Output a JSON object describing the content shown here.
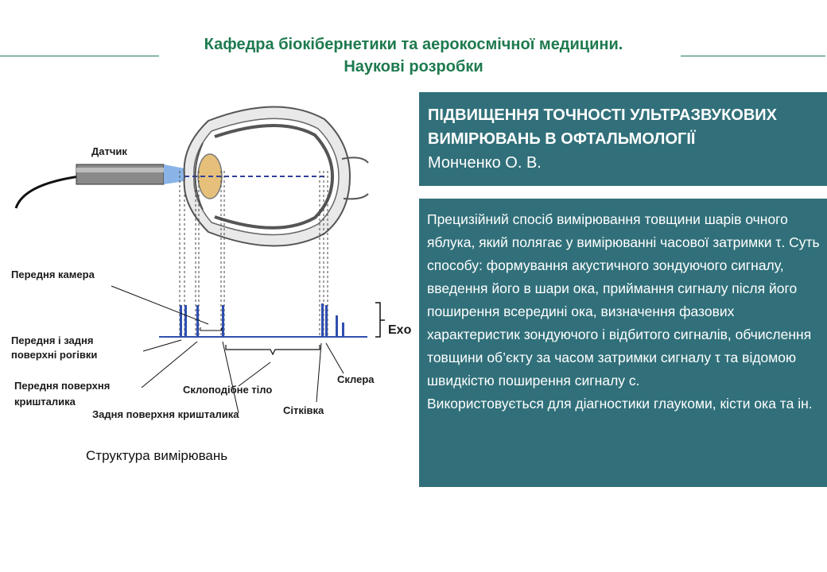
{
  "header": {
    "line1": "Кафедра біокібернетики та аерокосмічної медицини.",
    "line2": "Наукові розробки"
  },
  "diagram": {
    "labels": {
      "sensor": "Датчик",
      "anterior_chamber": "Передня камера",
      "cornea_surfaces_1": "Передня і задня",
      "cornea_surfaces_2": "поверхні рогівки",
      "lens_front_1": "Передня поверхня",
      "lens_front_2": "кришталика",
      "lens_back": "Задня поверхня кришталика",
      "vitreous": "Склоподібне тіло",
      "retina": "Сітківка",
      "sclera": "Склера",
      "echo": "Exo"
    },
    "caption": "Структура вимірювань"
  },
  "title_box": {
    "heading_line1": "ПІДВИЩЕННЯ ТОЧНОСТІ УЛЬТРАЗВУКОВИХ",
    "heading_line2": "ВИМІРЮВАНЬ В ОФТАЛЬМОЛОГІЇ",
    "author": "Монченко О. В."
  },
  "description": {
    "paragraph1": "Прецизійний спосіб вимірювання товщини шарів очного яблука, який полягає у вимірюванні часової затримки τ. Суть способу: формування акустичного зондуючого сигналу, введення його в шари ока, приймання сигналу після його поширення всередині ока, визначення фазових характеристик зондуючого і відбитого сигналів, обчислення товщини об’єкту за часом затримки сигналу τ та відомою швидкістю поширення сигналу c.",
    "paragraph2": "Використовується для діагностики глаукоми, кісти ока та ін."
  },
  "colors": {
    "header_green": "#1e7a4e",
    "box_teal": "#31707a",
    "pulse_blue": "#2f4fb0",
    "lens_fill": "#e6c07a"
  }
}
